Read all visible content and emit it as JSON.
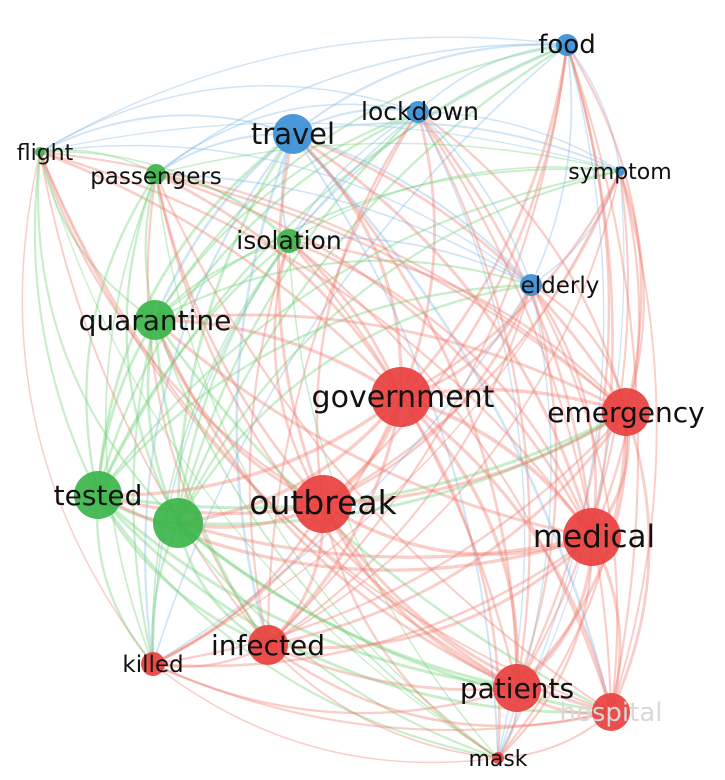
{
  "network": {
    "clusters": {
      "red": {
        "color": "#e8403f",
        "edge_color": "#ef7b6f"
      },
      "green": {
        "color": "#3cb44a",
        "edge_color": "#6fcf73"
      },
      "blue": {
        "color": "#3a8fd6",
        "edge_color": "#82b8e6"
      }
    },
    "nodes": [
      {
        "id": "food",
        "label": "food",
        "cluster": "blue",
        "weight": 2
      },
      {
        "id": "lockdown",
        "label": "lockdown",
        "cluster": "blue",
        "weight": 2
      },
      {
        "id": "travel",
        "label": "travel",
        "cluster": "blue",
        "weight": 4
      },
      {
        "id": "symptom",
        "label": "symptom",
        "cluster": "blue",
        "weight": 1
      },
      {
        "id": "elderly",
        "label": "elderly",
        "cluster": "blue",
        "weight": 2
      },
      {
        "id": "flight",
        "label": "flight",
        "cluster": "green",
        "weight": 1
      },
      {
        "id": "passengers",
        "label": "passengers",
        "cluster": "green",
        "weight": 2
      },
      {
        "id": "isolation",
        "label": "isolation",
        "cluster": "green",
        "weight": 2
      },
      {
        "id": "quarantine",
        "label": "quarantine",
        "cluster": "green",
        "weight": 4
      },
      {
        "id": "tested",
        "label": "tested",
        "cluster": "green",
        "weight": 5
      },
      {
        "id": "unlabeled",
        "label": "",
        "cluster": "green",
        "weight": 5
      },
      {
        "id": "government",
        "label": "government",
        "cluster": "red",
        "weight": 7
      },
      {
        "id": "emergency",
        "label": "emergency",
        "cluster": "red",
        "weight": 5
      },
      {
        "id": "outbreak",
        "label": "outbreak",
        "cluster": "red",
        "weight": 6
      },
      {
        "id": "medical",
        "label": "medical",
        "cluster": "red",
        "weight": 6
      },
      {
        "id": "infected",
        "label": "infected",
        "cluster": "red",
        "weight": 4
      },
      {
        "id": "killed",
        "label": "killed",
        "cluster": "red",
        "weight": 2
      },
      {
        "id": "patients",
        "label": "patients",
        "cluster": "red",
        "weight": 5
      },
      {
        "id": "hospital",
        "label": "hospital",
        "cluster": "red",
        "weight": 4
      },
      {
        "id": "mask",
        "label": "mask",
        "cluster": "red",
        "weight": 1
      }
    ]
  }
}
